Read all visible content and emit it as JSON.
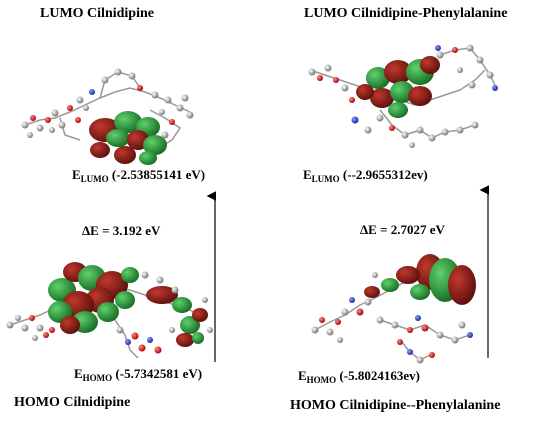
{
  "left": {
    "lumo_title": "LUMO  Cilnidipine",
    "homo_title": "HOMO  Cilnidipine",
    "lumo_energy": {
      "sym": "E",
      "sub": "LUMO",
      "value": " (-2.53855141 eV)"
    },
    "homo_energy": {
      "sym": "E",
      "sub": "HOMO",
      "value": " (-5.7342581 eV)"
    },
    "gap": "ΔE =  3.192 eV"
  },
  "right": {
    "lumo_title": "LUMO  Cilnidipine-Phenylalanine",
    "homo_title": "HOMO  Cilnidipine--Phenylalanine",
    "lumo_energy": {
      "sym": "E",
      "sub": "LUMO",
      "value": "  (--2.9655312ev)"
    },
    "homo_energy": {
      "sym": "E",
      "sub": "HOMO",
      "value": " (-5.8024163ev)"
    },
    "gap": "ΔE = 2.7027 eV"
  },
  "colors": {
    "lobe_red": "#8b1a1a",
    "lobe_green": "#2e8b3a",
    "atom_red": "#e11",
    "atom_blue": "#2233cc",
    "bond": "#888888"
  }
}
